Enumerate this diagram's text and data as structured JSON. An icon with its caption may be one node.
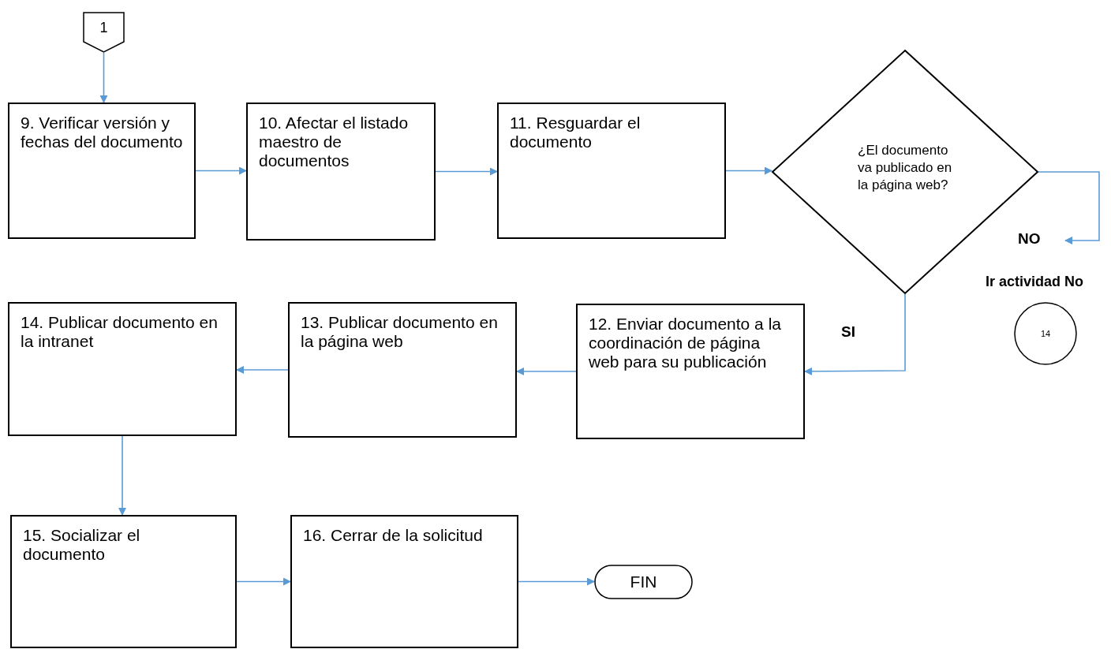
{
  "diagram": {
    "nodes": [
      {
        "text": [
          "1"
        ]
      },
      {
        "text": [
          "9. Verificar versión y fechas del documento"
        ]
      },
      {
        "text": [
          "10. Afectar el listado maestro de documentos"
        ]
      },
      {
        "text": [
          "11. Resguardar el documento"
        ]
      },
      {
        "text": [
          "¿El documento va publicado en la página web?"
        ]
      },
      {
        "text": [
          "12. Enviar documento a la coordinación de página web para su publicación"
        ]
      },
      {
        "text": [
          "13. Publicar documento en la página web"
        ]
      },
      {
        "text": [
          "14. Publicar documento en la intranet"
        ]
      },
      {
        "text": [
          "15. Socializar el documento"
        ]
      },
      {
        "text": [
          "16. Cerrar de la solicitud"
        ]
      },
      {
        "text": [
          "FIN"
        ]
      },
      {
        "text": [
          "14"
        ]
      }
    ],
    "labels": [
      "Ir actividad No"
    ],
    "edges": [
      {
        "from": 0,
        "to": 1,
        "arrow": "to"
      },
      {
        "from": 1,
        "to": 2,
        "arrow": "to"
      },
      {
        "from": 2,
        "to": 3,
        "arrow": "to"
      },
      {
        "from": 3,
        "to": 4,
        "arrow": "to"
      },
      {
        "from": 4,
        "to": null,
        "arrow": "to",
        "label": "NO"
      },
      {
        "from": 4,
        "to": 5,
        "arrow": "to",
        "label": "SI"
      },
      {
        "from": 5,
        "to": 6,
        "arrow": "to"
      },
      {
        "from": 6,
        "to": 7,
        "arrow": "to"
      },
      {
        "from": 7,
        "to": 8,
        "arrow": "to"
      },
      {
        "from": 8,
        "to": 9,
        "arrow": "to"
      },
      {
        "from": 9,
        "to": 10,
        "arrow": "to"
      }
    ]
  }
}
